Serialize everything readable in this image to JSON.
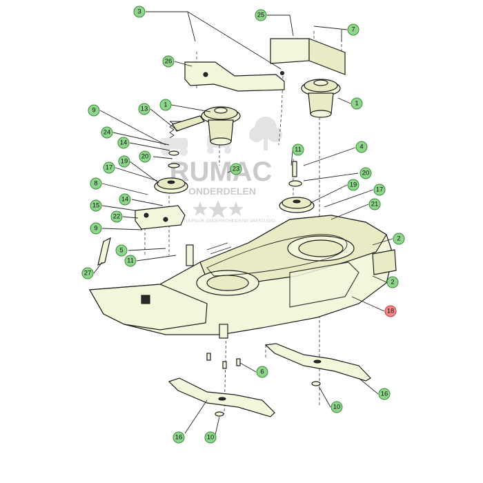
{
  "watermark": {
    "brand": "RUMAC",
    "sub": "ONDERDELEN",
    "slogan": "NATUURLIJK ONDERSCHEIDEND VAKSTUDIO"
  },
  "colors": {
    "callout": "#8fd68c",
    "callout_highlight": "#f58a8a",
    "part_fill": "#f4f6dc"
  },
  "callouts": [
    {
      "id": "c3",
      "label": "3"
    },
    {
      "id": "c25",
      "label": "25"
    },
    {
      "id": "c7",
      "label": "7"
    },
    {
      "id": "c26",
      "label": "26"
    },
    {
      "id": "c1a",
      "label": "1"
    },
    {
      "id": "c1b",
      "label": "1"
    },
    {
      "id": "c9a",
      "label": "9"
    },
    {
      "id": "c13",
      "label": "13"
    },
    {
      "id": "c24",
      "label": "24"
    },
    {
      "id": "c14a",
      "label": "14"
    },
    {
      "id": "c20a",
      "label": "20"
    },
    {
      "id": "c11a",
      "label": "11"
    },
    {
      "id": "c4",
      "label": "4"
    },
    {
      "id": "c17a",
      "label": "17"
    },
    {
      "id": "c19a",
      "label": "19"
    },
    {
      "id": "c23",
      "label": "23"
    },
    {
      "id": "c20b",
      "label": "20"
    },
    {
      "id": "c8",
      "label": "8"
    },
    {
      "id": "c19b",
      "label": "19"
    },
    {
      "id": "c17b",
      "label": "17"
    },
    {
      "id": "c14b",
      "label": "14"
    },
    {
      "id": "c21",
      "label": "21"
    },
    {
      "id": "c15",
      "label": "15"
    },
    {
      "id": "c22",
      "label": "22"
    },
    {
      "id": "c9b",
      "label": "9"
    },
    {
      "id": "c2a",
      "label": "2"
    },
    {
      "id": "c5",
      "label": "5"
    },
    {
      "id": "c11b",
      "label": "11"
    },
    {
      "id": "c27",
      "label": "27"
    },
    {
      "id": "c2b",
      "label": "2"
    },
    {
      "id": "c18",
      "label": "18",
      "highlight": true
    },
    {
      "id": "c6",
      "label": "6"
    },
    {
      "id": "c16a",
      "label": "16"
    },
    {
      "id": "c10a",
      "label": "10"
    },
    {
      "id": "c16b",
      "label": "16"
    },
    {
      "id": "c10b",
      "label": "10"
    }
  ]
}
